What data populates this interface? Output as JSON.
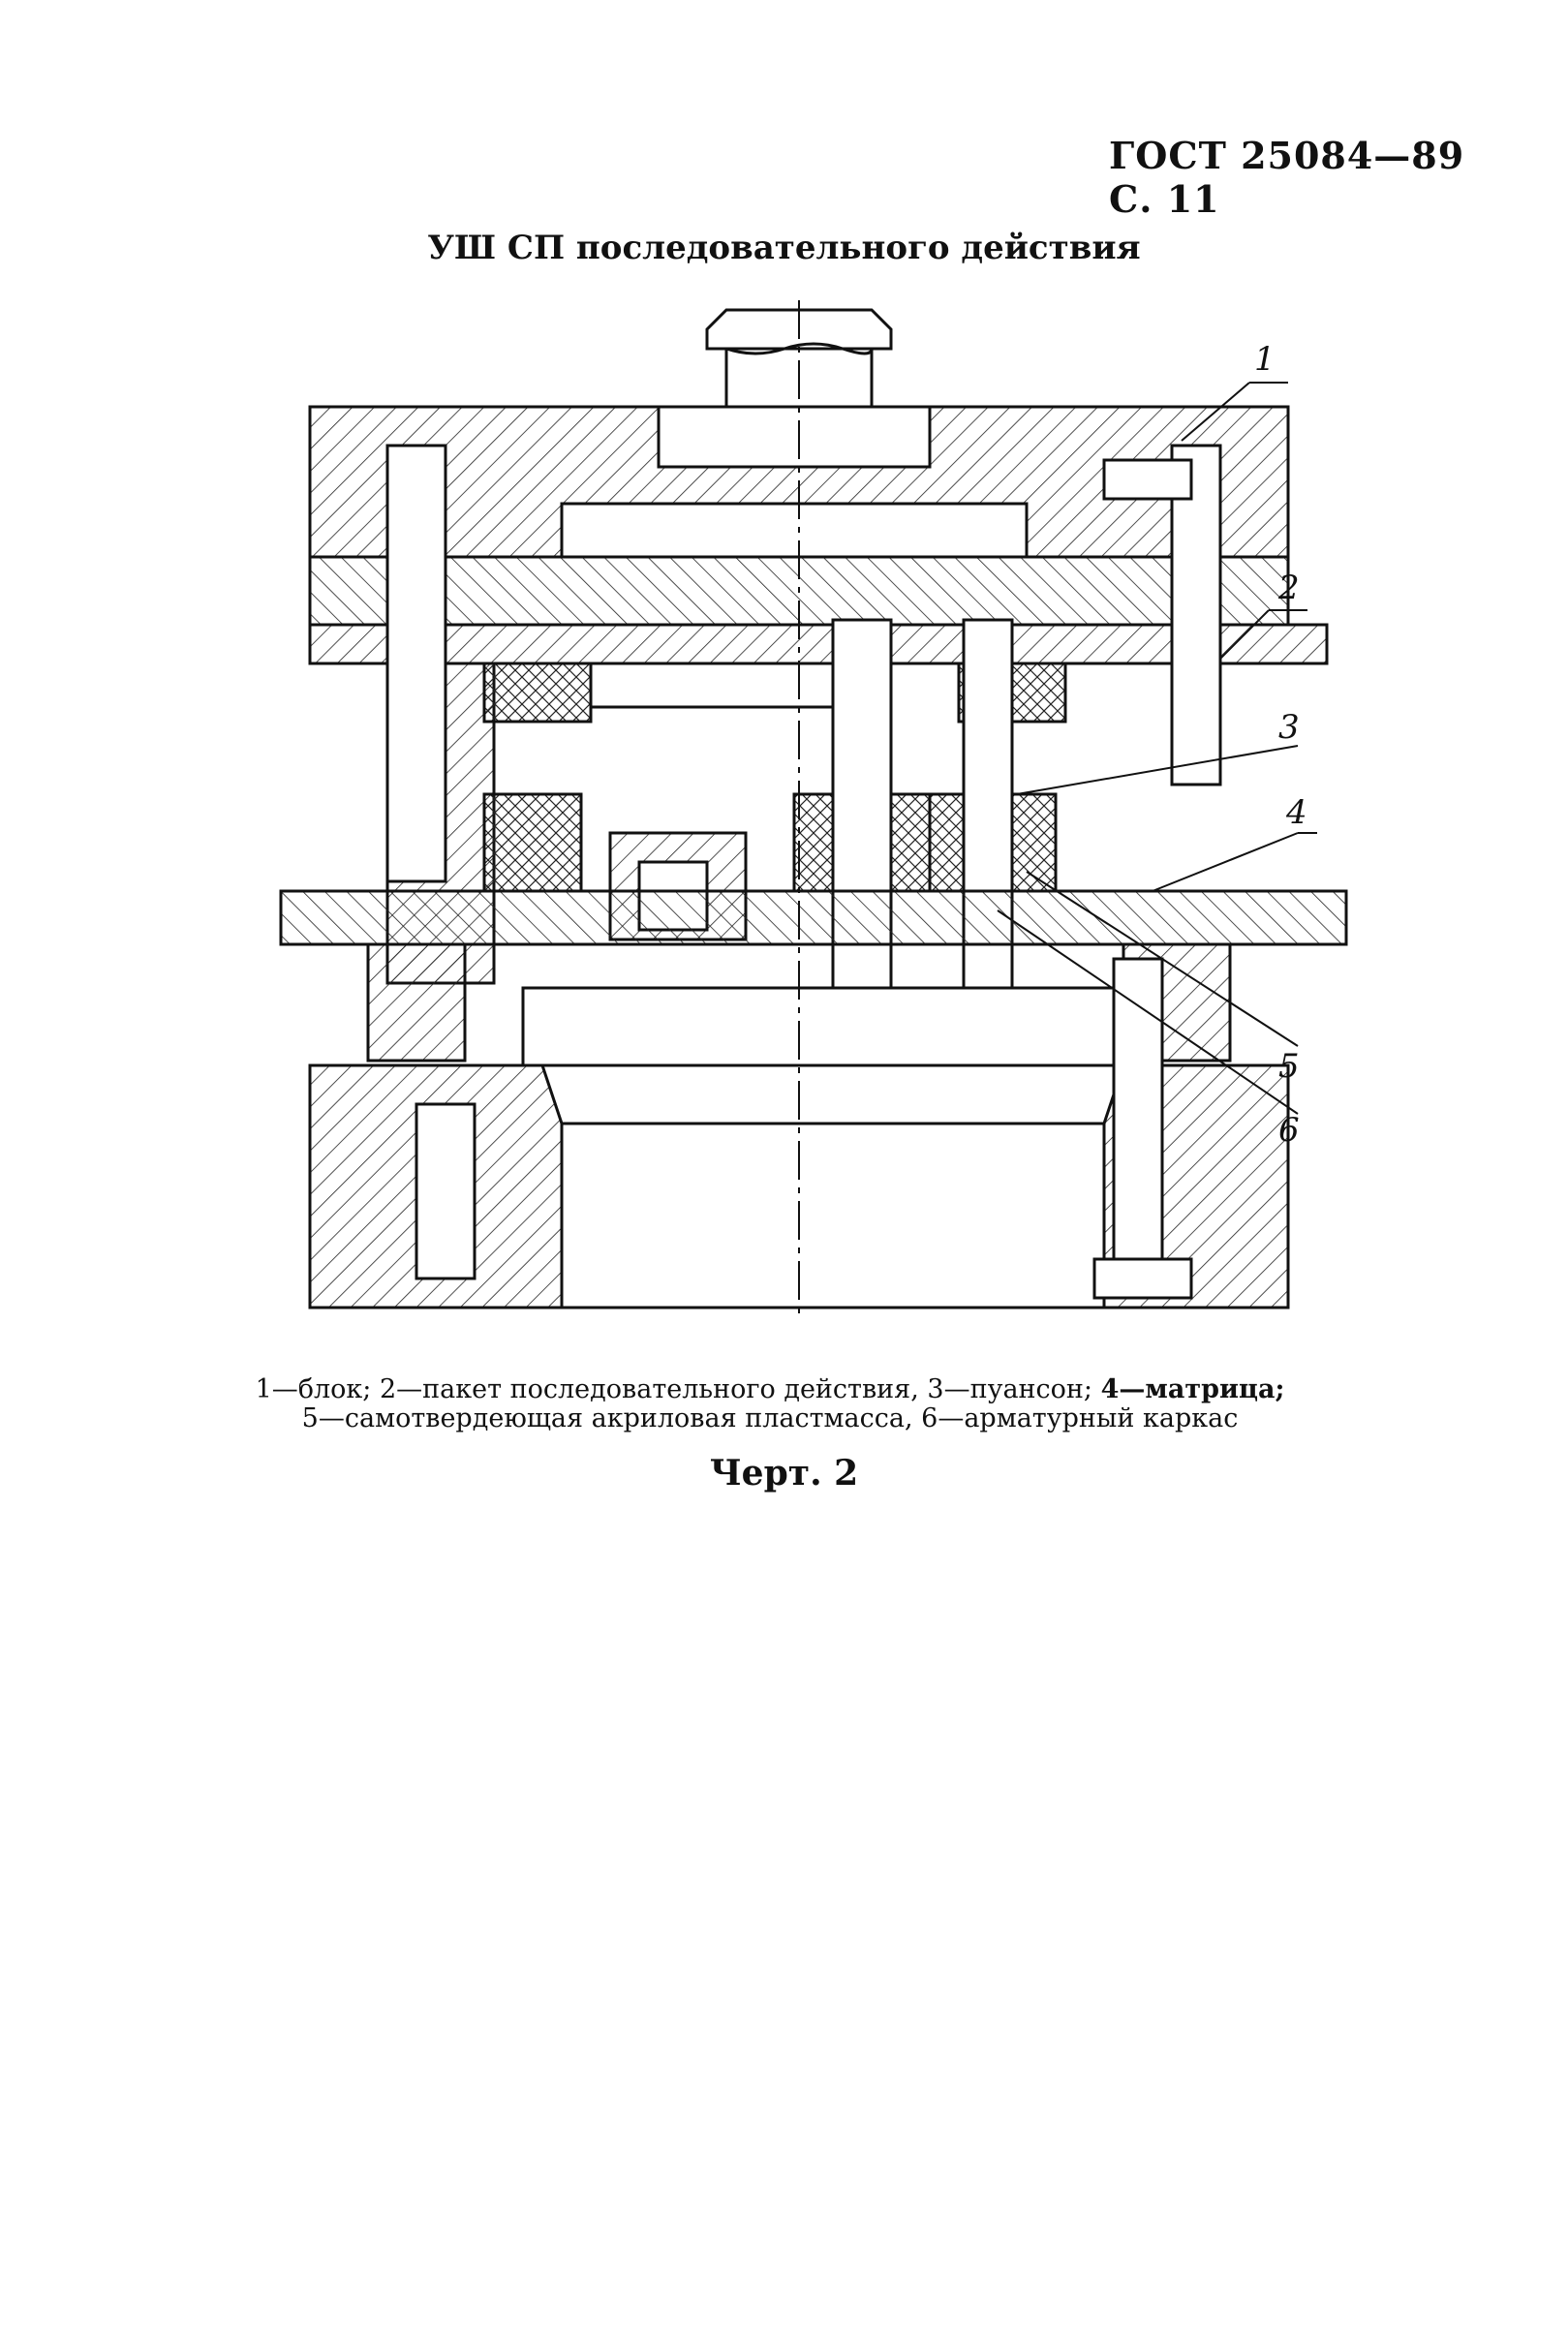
{
  "header": {
    "standard": "ГОСТ 25084—89",
    "page": "С. 11"
  },
  "title": "УШ СП последовательного действия",
  "figure": {
    "callouts": [
      "1",
      "2",
      "3",
      "4",
      "5",
      "6"
    ],
    "legend": [
      {
        "num": "1",
        "text": "—блок;"
      },
      {
        "num": "2",
        "text": "—пакет последовательного действия,"
      },
      {
        "num": "3",
        "text": "—пуансон;"
      },
      {
        "num": "4",
        "text": "—матрица;",
        "bold": true
      },
      {
        "num": "5",
        "text": "—самотвердеющая акриловая пластмасса,"
      },
      {
        "num": "6",
        "text": "—арматурный каркас"
      }
    ],
    "label": "Черт. 2"
  }
}
